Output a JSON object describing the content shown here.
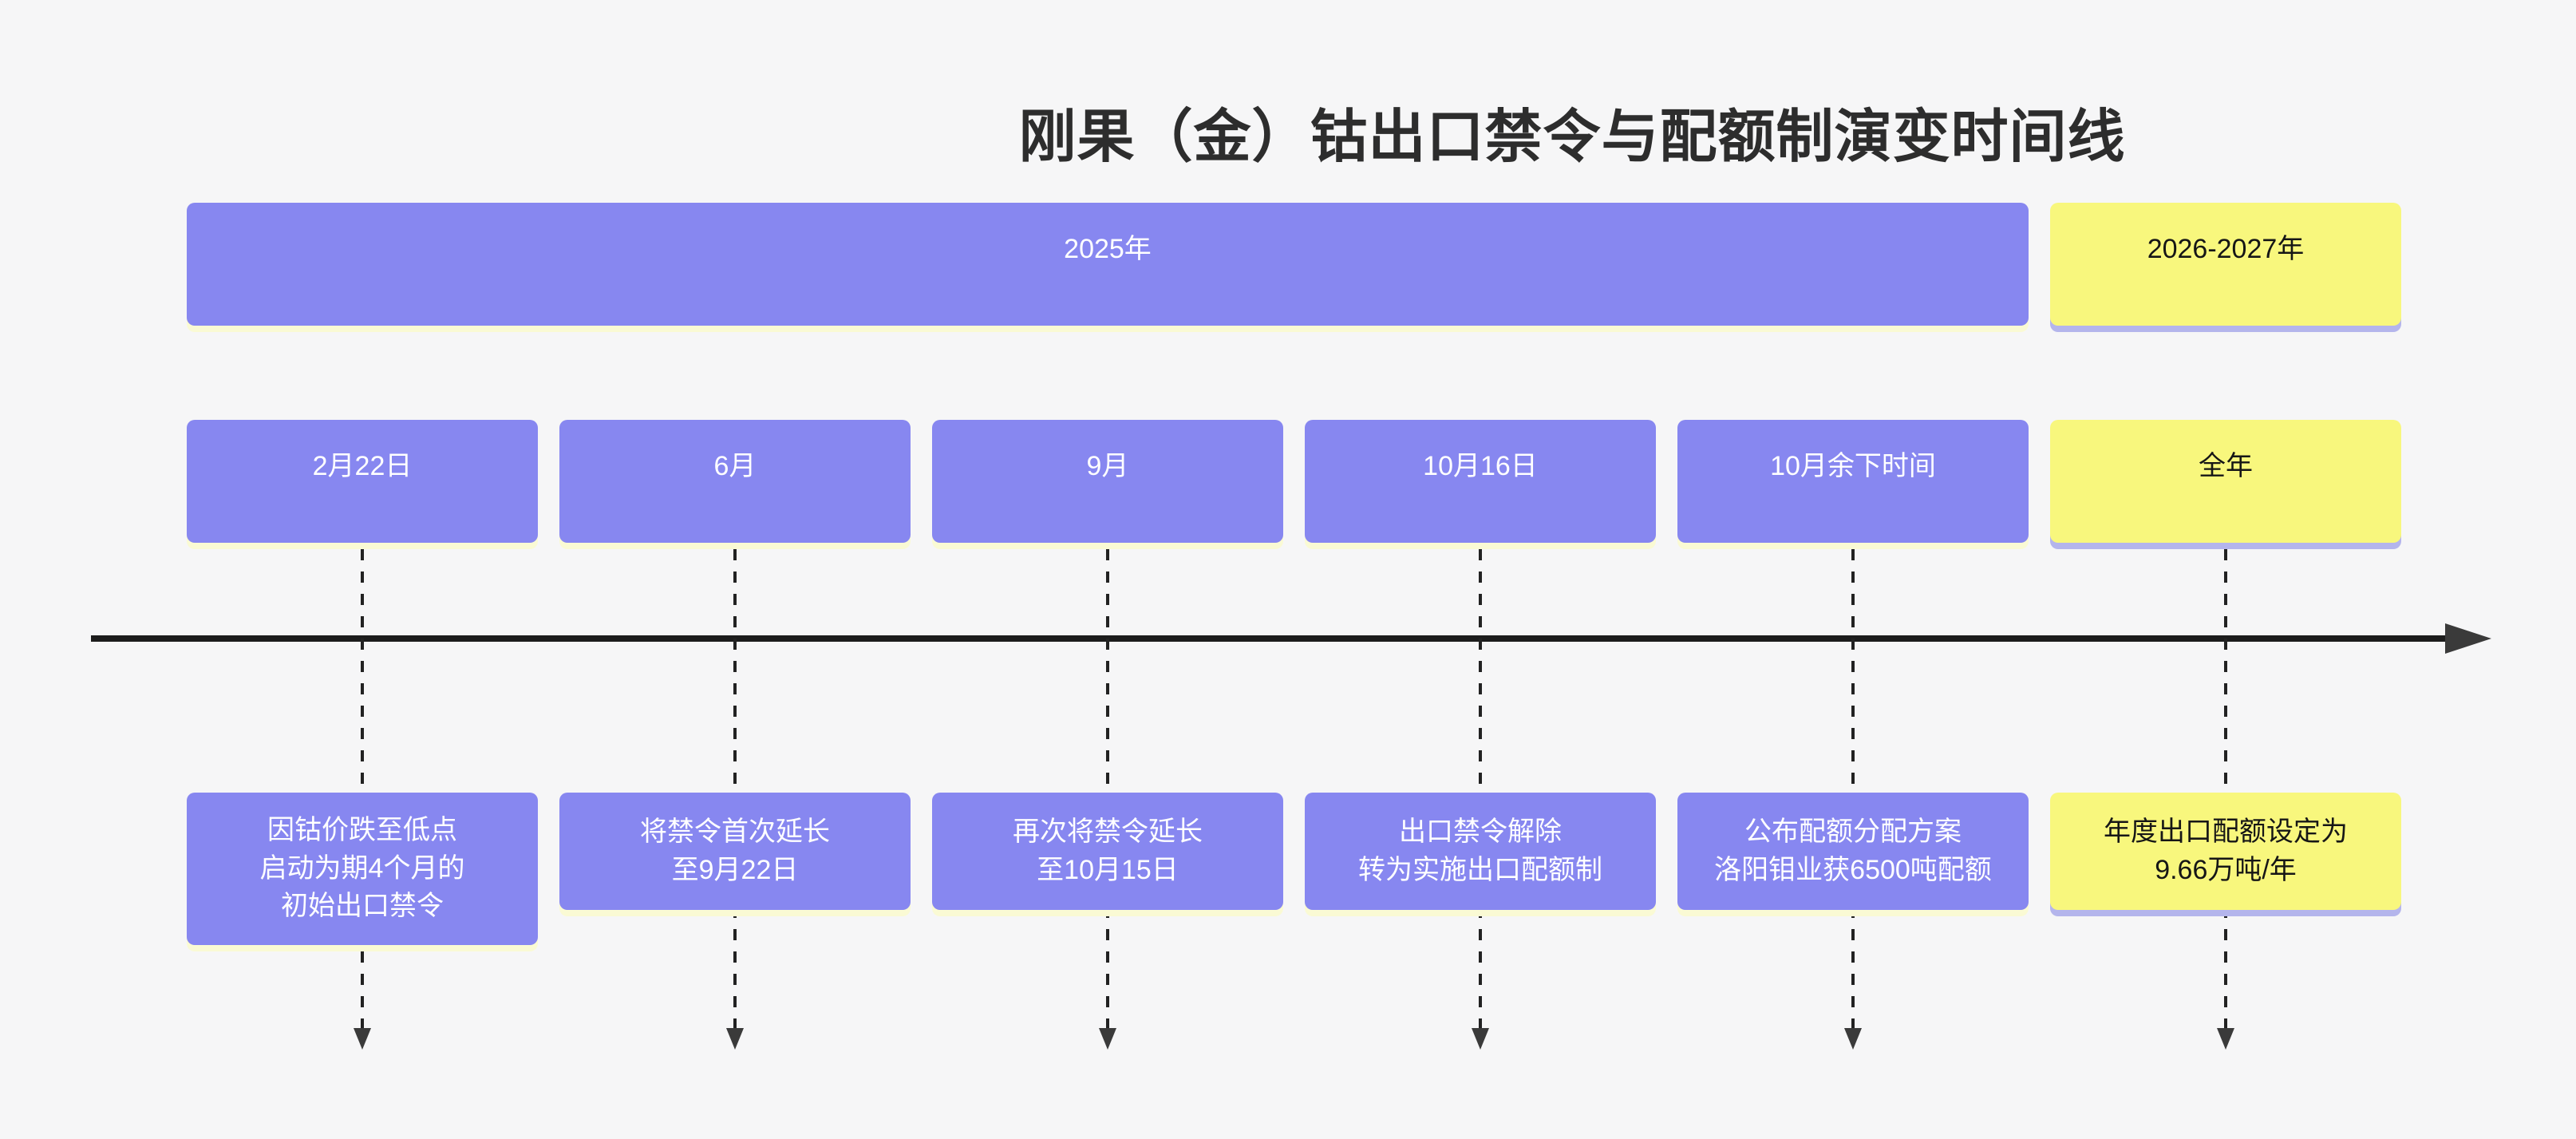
{
  "title": "刚果（金）钴出口禁令与配额制演变时间线",
  "colors": {
    "primary_purple": "#8787f0",
    "accent_yellow": "#f8f77d",
    "strip_under_purple": "#fafad4",
    "strip_under_yellow": "#b4b5ec",
    "background": "#f6f6f7",
    "axis_black": "#1c1c1c",
    "arrowhead_gray": "#3a3a3a",
    "purple_box_text": "#ffffff",
    "yellow_box_text": "#161616"
  },
  "periods": [
    {
      "label": "2025年",
      "theme": "purple",
      "columns_spanned": 5
    },
    {
      "label": "2026-2027年",
      "theme": "yellow",
      "columns_spanned": 1
    }
  ],
  "columns": [
    {
      "date": "2月22日",
      "theme": "purple",
      "event_lines": [
        "因钴价跌至低点",
        "启动为期4个月的",
        "初始出口禁令"
      ]
    },
    {
      "date": "6月",
      "theme": "purple",
      "event_lines": [
        "将禁令首次延长",
        "至9月22日"
      ]
    },
    {
      "date": "9月",
      "theme": "purple",
      "event_lines": [
        "再次将禁令延长",
        "至10月15日"
      ]
    },
    {
      "date": "10月16日",
      "theme": "purple",
      "event_lines": [
        "出口禁令解除",
        "转为实施出口配额制"
      ]
    },
    {
      "date": "10月余下时间",
      "theme": "purple",
      "event_lines": [
        "公布配额分配方案",
        "洛阳钼业获6500吨配额"
      ]
    },
    {
      "date": "全年",
      "theme": "yellow",
      "event_lines": [
        "年度出口配额设定为",
        "9.66万吨/年"
      ]
    }
  ]
}
